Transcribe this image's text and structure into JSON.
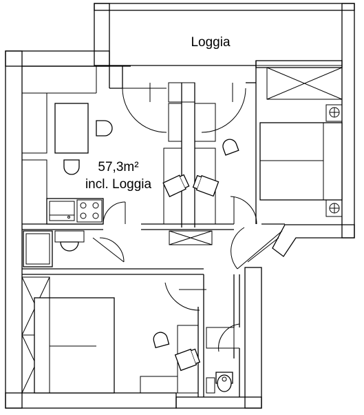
{
  "plan": {
    "loggia_label": "Loggia",
    "area_value": "57,3m²",
    "area_note": "incl. Loggia",
    "colors": {
      "wall_fill": "#ffffff",
      "wall_speckle": "#000000",
      "line": "#000000",
      "background": "#ffffff"
    }
  }
}
